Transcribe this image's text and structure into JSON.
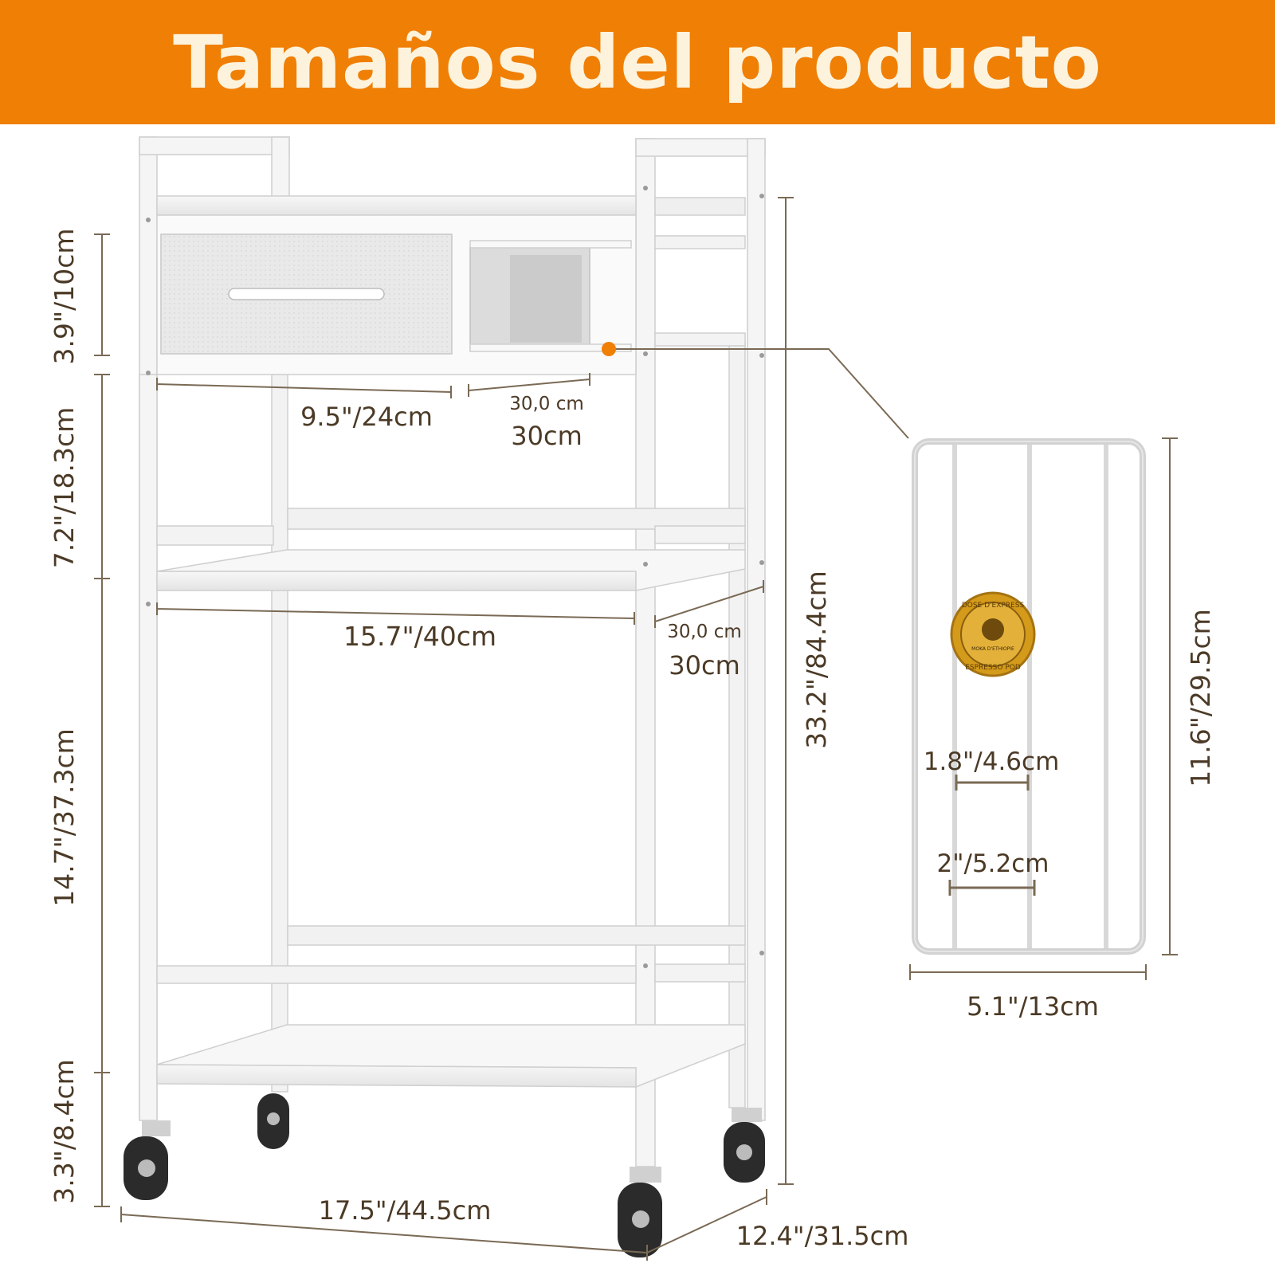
{
  "colors": {
    "banner": "#f07f06",
    "banner_text": "#fdf3dc",
    "dimension_line": "#7a6a55",
    "dimension_text": "#4b3a26",
    "accent_dot": "#f07f06",
    "frame": "#f4f4f4",
    "seal_gold": "#d49a1a"
  },
  "banner": {
    "title": "Tamaños del producto"
  },
  "dimensions": {
    "drawer_height": "3.9\"/10cm",
    "drawer_tier_height": "7.2\"/18.3cm",
    "middle_tier_height": "14.7\"/37.3cm",
    "bottom_clearance": "3.3\"/8.4cm",
    "drawer_width": "9.5\"/24cm",
    "top_depth_small": "30,0 cm",
    "top_depth_large": "30cm",
    "shelf_width": "15.7\"/40cm",
    "shelf_depth_small": "30,0 cm",
    "shelf_depth_large": "30cm",
    "total_height": "33.2\"/84.4cm",
    "base_width": "17.5\"/44.5cm",
    "base_depth": "12.4\"/31.5cm"
  },
  "rack_detail": {
    "height": "11.6\"/29.5cm",
    "width": "5.1\"/13cm",
    "gap_inner": "1.8\"/4.6cm",
    "gap_outer": "2\"/5.2cm"
  },
  "seal": {
    "top_text": "DOSE D'EXPRESS",
    "bottom_text": "ESPRESSO POD",
    "center_text": "MOKA D'ETHIOPIE"
  }
}
